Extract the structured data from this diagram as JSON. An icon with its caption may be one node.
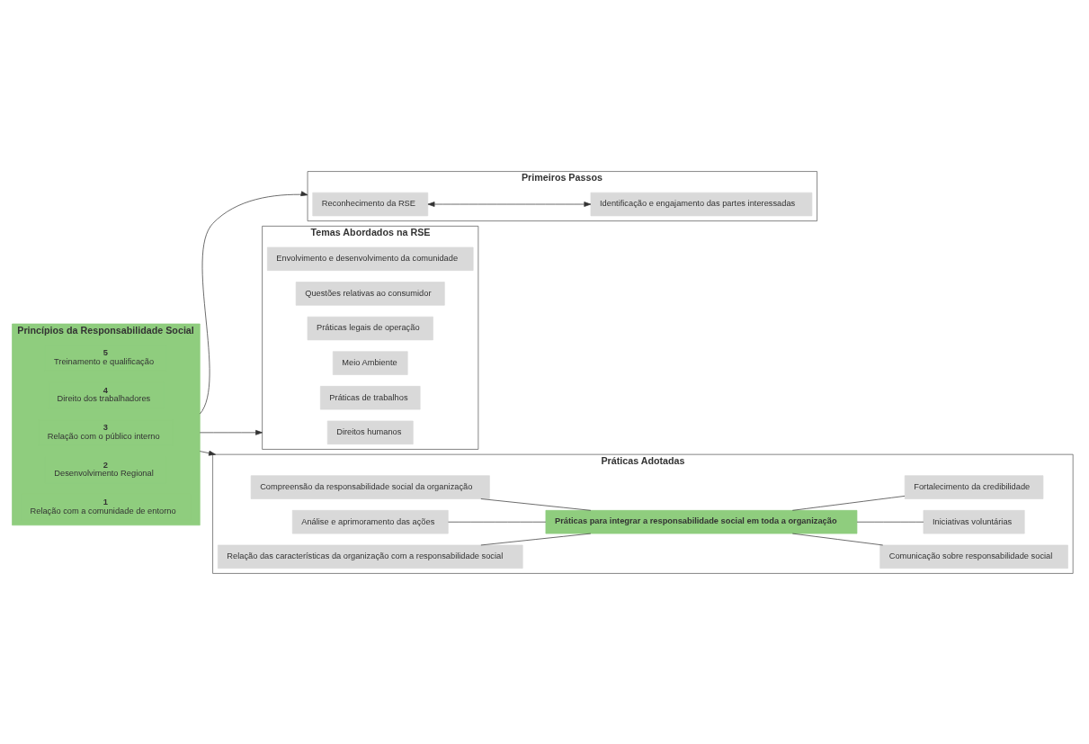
{
  "diagram": {
    "nodes": [
      {
        "text": [
          "Princípios da Responsabilidade Social"
        ]
      },
      {
        "text": [
          "1",
          "Relação com a comunidade de entorno"
        ],
        "in": 0
      },
      {
        "text": [
          "2",
          "Desenvolvimento Regional"
        ],
        "in": 0
      },
      {
        "text": [
          "3",
          "Relação com o público interno"
        ],
        "in": 0
      },
      {
        "text": [
          "4",
          "Direito dos trabalhadores"
        ],
        "in": 0
      },
      {
        "text": [
          "5",
          "Treinamento e qualificação"
        ],
        "in": 0
      },
      {
        "text": [
          "Primeiros Passos"
        ]
      },
      {
        "text": [
          "Reconhecimento da RSE"
        ],
        "in": 6
      },
      {
        "text": [
          "Identificação e engajamento das partes interessadas"
        ],
        "in": 6
      },
      {
        "text": [
          "Temas Abordados na RSE"
        ]
      },
      {
        "text": [
          "Direitos humanos"
        ],
        "in": 9
      },
      {
        "text": [
          "Práticas de trabalhos"
        ],
        "in": 9
      },
      {
        "text": [
          "Meio Ambiente"
        ],
        "in": 9
      },
      {
        "text": [
          "Práticas legais de operação"
        ],
        "in": 9
      },
      {
        "text": [
          "Questões relativas ao consumidor"
        ],
        "in": 9
      },
      {
        "text": [
          "Envolvimento e desenvolvimento da comunidade"
        ],
        "in": 9
      },
      {
        "text": [
          "Práticas Adotadas"
        ]
      },
      {
        "text": [
          "Compreensão da responsabilidade social da organização"
        ],
        "in": 16
      },
      {
        "text": [
          "Análise e aprimoramento das ações"
        ],
        "in": 16
      },
      {
        "text": [
          "Relação das características da organização com a responsabilidade social"
        ],
        "in": 16
      },
      {
        "text": [
          "Práticas para integrar a responsabilidade social em toda a organização"
        ],
        "in": 16
      },
      {
        "text": [
          "Comunicação sobre responsabilidade social"
        ],
        "in": 16
      },
      {
        "text": [
          "Iniciativas voluntárias"
        ],
        "in": 16
      },
      {
        "text": [
          "Fortalecimento da credibilidade"
        ],
        "in": 16
      }
    ],
    "edges": [
      {
        "from": 0,
        "to": 6,
        "arrow": "to"
      },
      {
        "from": 0,
        "to": 9,
        "arrow": "to"
      },
      {
        "from": 0,
        "to": 16,
        "arrow": "to"
      },
      {
        "from": 7,
        "to": 8,
        "arrow": "both"
      },
      {
        "from": 17,
        "to": 20,
        "arrow": "none"
      },
      {
        "from": 18,
        "to": 20,
        "arrow": "none"
      },
      {
        "from": 19,
        "to": 20,
        "arrow": "none"
      },
      {
        "from": 20,
        "to": 21,
        "arrow": "none"
      },
      {
        "from": 20,
        "to": 22,
        "arrow": "none"
      },
      {
        "from": 20,
        "to": 23,
        "arrow": "none"
      }
    ]
  }
}
